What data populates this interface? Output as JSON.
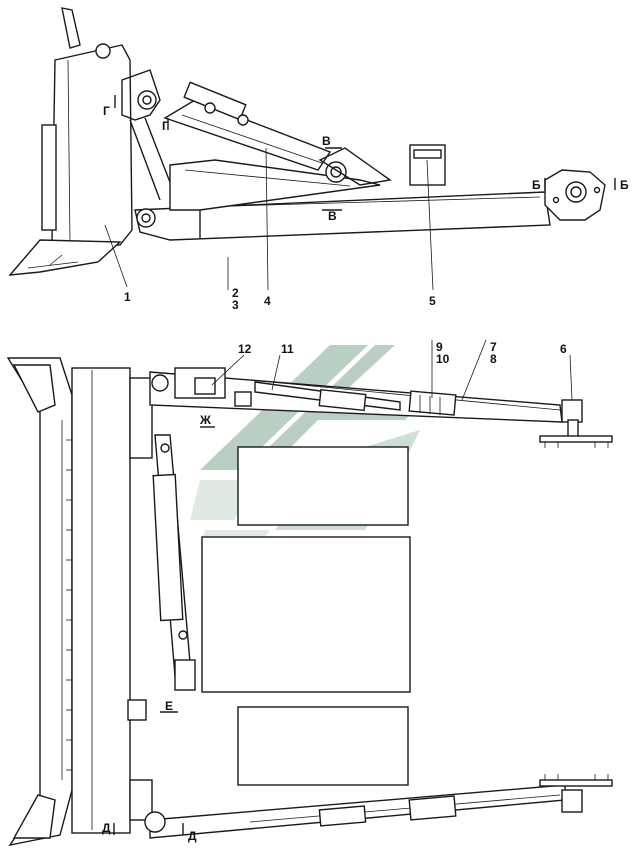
{
  "callouts": {
    "c1": "1",
    "c2": "2",
    "c3": "3",
    "c4": "4",
    "c5": "5",
    "c6": "6",
    "c7": "7",
    "c8": "8",
    "c9": "9",
    "c10": "10",
    "c11": "11",
    "c12": "12"
  },
  "section_marks": {
    "b_left": "Б",
    "b_right": "Б",
    "v_top": "В",
    "v_bottom": "В",
    "g_left": "Г",
    "g_right": "Г",
    "d_left": "Д",
    "d_right": "Д",
    "e": "Е",
    "zh": "Ж"
  },
  "colors": {
    "line": "#1a1a1a",
    "watermark": "#7fa890"
  },
  "watermark_icon": "stylized-arrows-logo-icon"
}
